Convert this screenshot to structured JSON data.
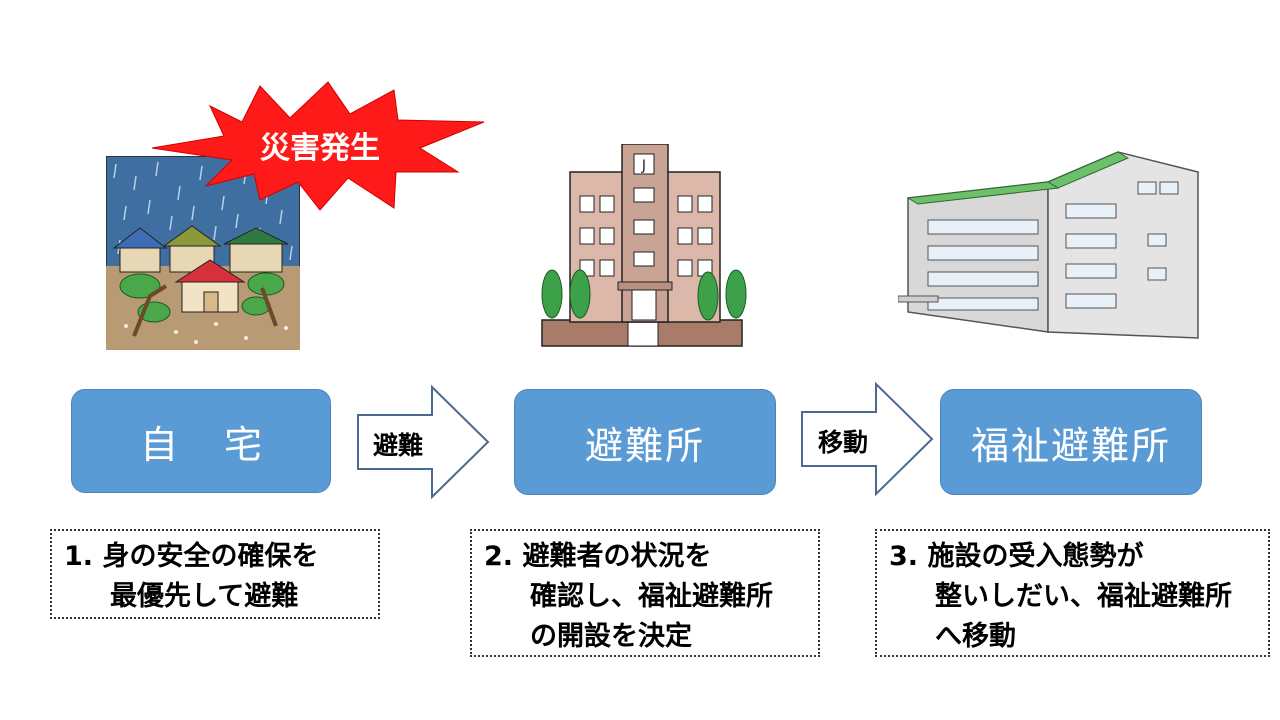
{
  "disaster_label": "災害発生",
  "stages": [
    {
      "label": "自宅"
    },
    {
      "label": "避難所"
    },
    {
      "label": "福祉避難所"
    }
  ],
  "arrows": [
    {
      "label": "避難"
    },
    {
      "label": "移動"
    }
  ],
  "notes": [
    {
      "lines": [
        "1. 身の安全の確保を",
        "最優先して避難"
      ]
    },
    {
      "lines": [
        "2. 避難者の状況を",
        "確認し、福祉避難所",
        "の開設を決定"
      ]
    },
    {
      "lines": [
        "3. 施設の受入態勢が",
        "整いしだい、福祉避難所",
        "へ移動"
      ]
    }
  ],
  "colors": {
    "stage_fill": "#5b9bd5",
    "burst_fill": "#ff1a1a",
    "rain_sky": "#3f6fa0",
    "arrow_stroke": "#4a6a8f"
  },
  "icons": [
    "rain-house-illustration",
    "shelter-building-illustration",
    "welfare-facility-illustration"
  ]
}
